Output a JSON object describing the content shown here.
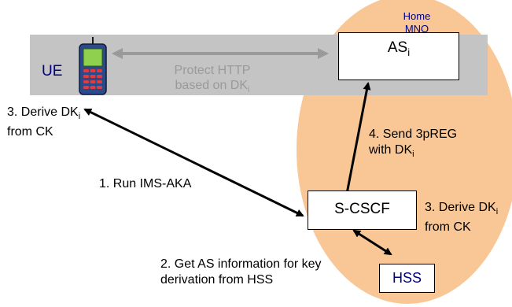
{
  "home_mno": {
    "line1": "Home",
    "line2": "MNO",
    "color": "#f9c796",
    "text_color": "#000080"
  },
  "ue": {
    "label": "UE",
    "label_color": "#000080",
    "band_color": "#c4c4c4"
  },
  "protect_http": {
    "line1": "Protect HTTP",
    "line2_prefix": "based on DK",
    "line2_sub": "i",
    "color": "#9a9a9a"
  },
  "as": {
    "label": "AS",
    "sub": "i"
  },
  "scscf": {
    "label": "S-CSCF"
  },
  "hss": {
    "label": "HSS",
    "color": "#000080"
  },
  "steps": {
    "run_ims_aka": "1. Run IMS-AKA",
    "get_as_info_line1": "2. Get AS information for key",
    "get_as_info_line2": "derivation from HSS",
    "derive_ue_line1_prefix": "3. Derive DK",
    "derive_ue_line1_sub": "i",
    "derive_ue_line2": "from CK",
    "derive_scscf_line1_prefix": "3. Derive DK",
    "derive_scscf_line1_sub": "i",
    "derive_scscf_line2": "from CK",
    "send_3preg_line1": "4. Send 3pREG",
    "send_3preg_line2_prefix": "with DK",
    "send_3preg_line2_sub": "i"
  },
  "icons": {
    "ue_device": "mobile-phone-icon"
  }
}
